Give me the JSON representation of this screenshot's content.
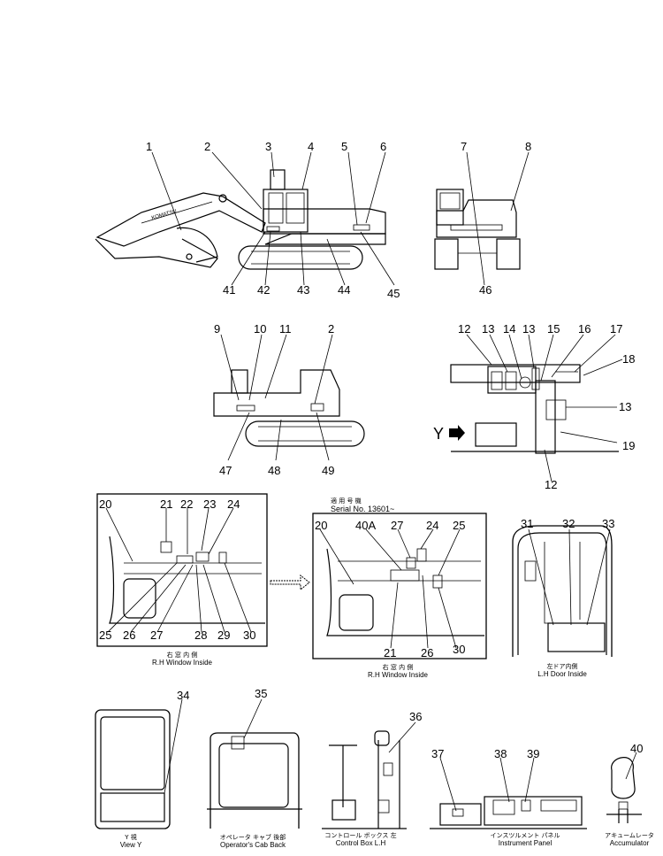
{
  "labels": {
    "n1": "1",
    "n2": "2",
    "n3": "3",
    "n4": "4",
    "n5": "5",
    "n6": "6",
    "n7": "7",
    "n8": "8",
    "n9": "9",
    "n10": "10",
    "n11": "11",
    "n12": "12",
    "n13": "13",
    "n14": "14",
    "n15": "15",
    "n16": "16",
    "n17": "17",
    "n18": "18",
    "n19": "19",
    "n20": "20",
    "n21": "21",
    "n22": "22",
    "n23": "23",
    "n24": "24",
    "n25": "25",
    "n26": "26",
    "n27": "27",
    "n28": "28",
    "n29": "29",
    "n30": "30",
    "n31": "31",
    "n32": "32",
    "n33": "33",
    "n34": "34",
    "n35": "35",
    "n36": "36",
    "n37": "37",
    "n38": "38",
    "n39": "39",
    "n40": "40",
    "n40a": "40A",
    "n41": "41",
    "n42": "42",
    "n43": "43",
    "n44": "44",
    "n45": "45",
    "n46": "46",
    "n47": "47",
    "n48": "48",
    "n49": "49",
    "y": "Y"
  },
  "captions": {
    "rh_window_jp": "右 窓 内 側",
    "rh_window": "R.H Window Inside",
    "serial_jp": "適 用 号 機",
    "serial": "Serial No. 13601~",
    "lh_door_jp": "左ドア内側",
    "lh_door": "L.H Door Inside",
    "view_y_jp": "Y 視",
    "view_y": "View Y",
    "cab_back_jp": "オペレータ キャブ 後部",
    "cab_back": "Operator's Cab Back",
    "control_box_jp": "コントロール ボックス 左",
    "control_box": "Control Box L.H",
    "instrument_jp": "インスツルメント パネル",
    "instrument": "Instrument Panel",
    "accumulator_jp": "アキュームレータ",
    "accumulator": "Accumulator"
  },
  "decals": {
    "boom_brand": "KOMATSU"
  }
}
